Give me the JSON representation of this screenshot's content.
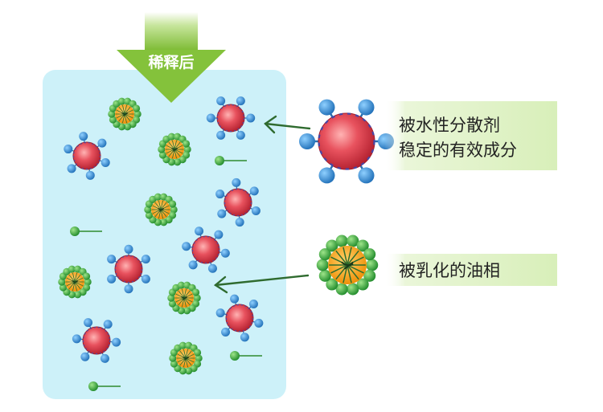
{
  "arrow_label": "稀释后",
  "labels": {
    "dispersant": [
      "被水性分散剂",
      "稳定的有效成分"
    ],
    "oil": "被乳化的油相"
  },
  "colors": {
    "container": "#cdf1f9",
    "arrow_green": "#8cc63f",
    "label_bg": "#e5f4cf",
    "pointer": "#2f6b2f",
    "red_core": "#d83a4a",
    "blue_dot": "#2b8ad1",
    "orange_core": "#f39c12",
    "green_dot": "#3aa63a"
  },
  "icons": {
    "dispersant_particle": "red-particle-with-blue-dots",
    "oil_droplet": "orange-droplet-with-green-dots",
    "surfactant": "green-head-with-tail"
  }
}
